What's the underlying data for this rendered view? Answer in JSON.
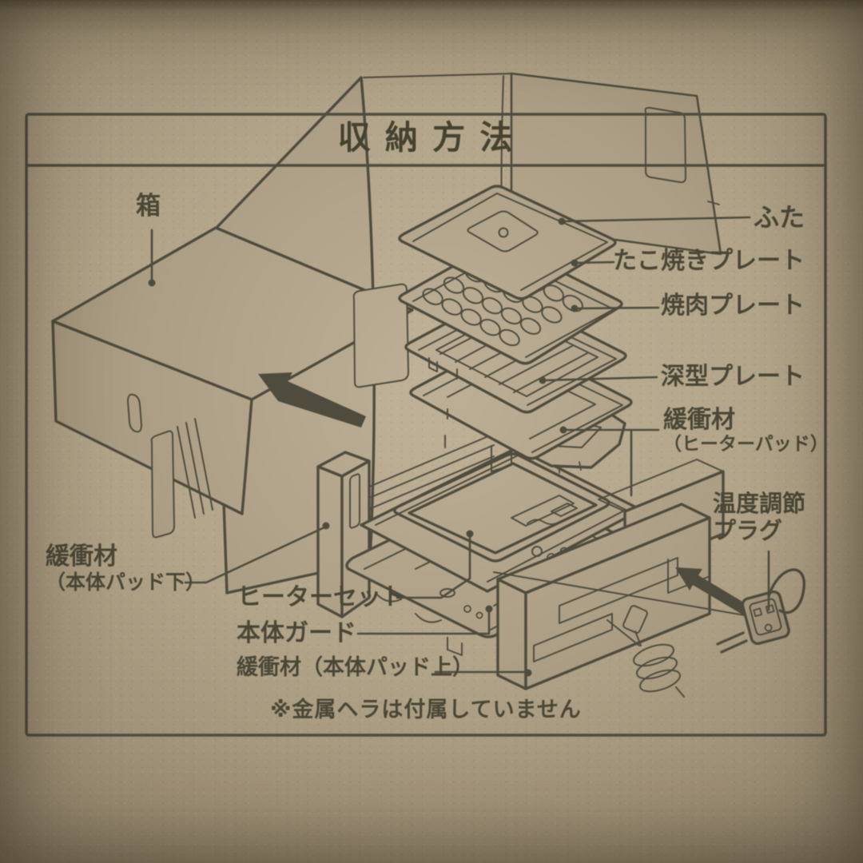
{
  "document": {
    "title": "収 納 方 法",
    "note": "※金属ヘラは付属していません"
  },
  "labels": {
    "box": "箱",
    "lid": "ふた",
    "takoyaki_plate": "たこ焼きプレート",
    "yakiniku_plate": "焼肉プレート",
    "deep_plate": "深型プレート",
    "cushion_heater_pad": "緩衝材",
    "cushion_heater_pad_sub": "（ヒーターパッド）",
    "temp_control_plug_line1": "温度調節",
    "temp_control_plug_line2": "プラグ",
    "cushion_body_pad_lower": "緩衝材",
    "cushion_body_pad_lower_sub": "（本体パッド下）",
    "heater_set": "ヒーターセット",
    "body_guard": "本体ガード",
    "cushion_body_pad_upper": "緩衝材（本体パッド上）"
  },
  "colors": {
    "ink": "#4f4c3e",
    "cardboard": "#ab9d83"
  }
}
